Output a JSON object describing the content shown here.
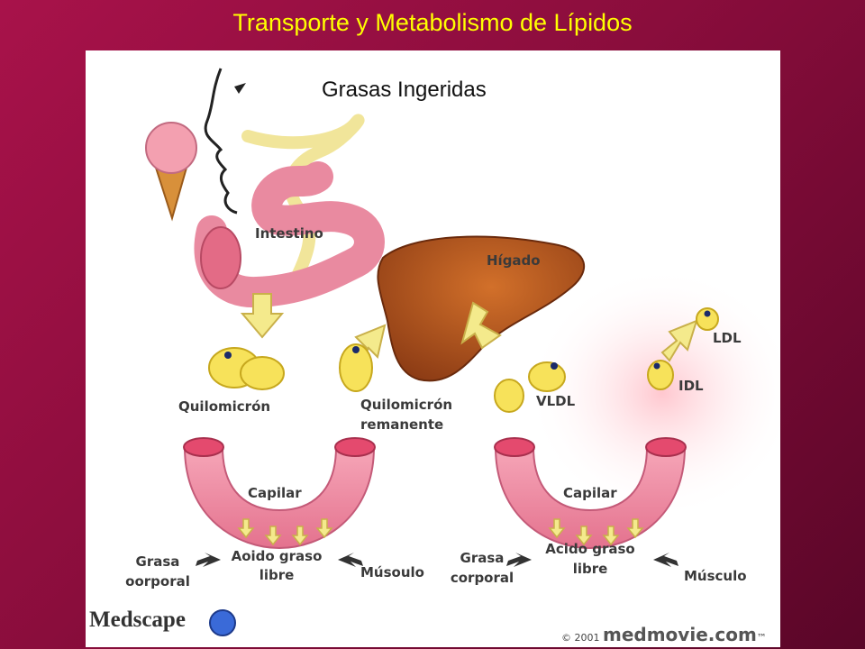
{
  "slide": {
    "title": "Transporte  y Metabolismo de Lípidos"
  },
  "diagram": {
    "heading": "Grasas Ingeridas",
    "labels": {
      "intestino": "Intestino",
      "higado": "Hígado",
      "quilomicron": "Quilomicrón",
      "quilomicron_remanente_1": "Quilomicrón",
      "quilomicron_remanente_2": "remanente",
      "vldl": "VLDL",
      "idl": "IDL",
      "ldl": "LDL",
      "capilar_left": "Capilar",
      "capilar_right": "Capilar",
      "acido_left_1": "Aoido graso",
      "acido_left_2": "libre",
      "acido_right_1": "Acido graso",
      "acido_right_2": "libre",
      "grasa_left_1": "Grasa",
      "grasa_left_2": "oorporal",
      "grasa_right_1": "Grasa",
      "grasa_right_2": "corporal",
      "musculo_left": "Músoulo",
      "musculo_right": "Músculo"
    },
    "footer": {
      "brand": "Medscape",
      "copyright_prefix": "© 2001",
      "copyright_site": "medmovie.com",
      "tm": "™"
    }
  }
}
